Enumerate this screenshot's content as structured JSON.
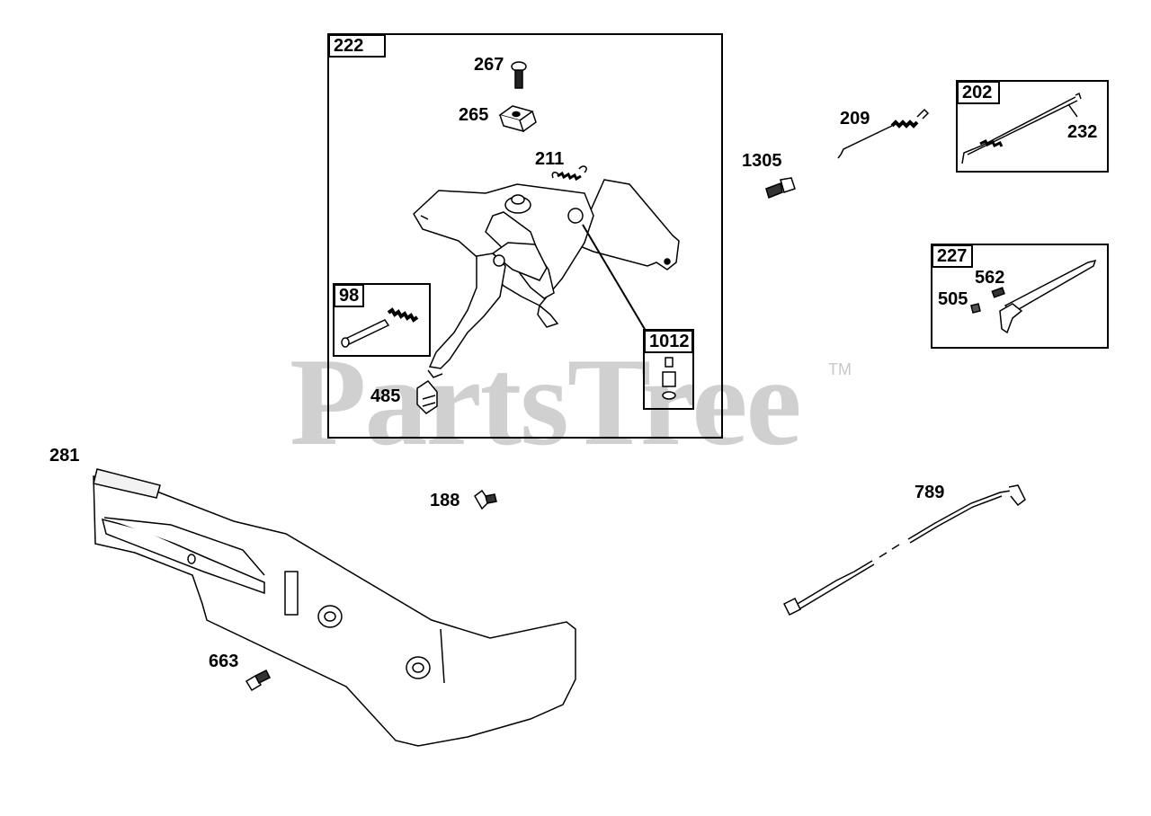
{
  "watermark": {
    "text": "PartsTree",
    "tm": "TM"
  },
  "groups": {
    "g222": "222",
    "g98": "98",
    "g1012": "1012",
    "g202": "202",
    "g227": "227"
  },
  "callouts": {
    "c267": "267",
    "c265": "265",
    "c211": "211",
    "c485": "485",
    "c1305": "1305",
    "c209": "209",
    "c232": "232",
    "c562": "562",
    "c505": "505",
    "c281": "281",
    "c188": "188",
    "c663": "663",
    "c789": "789"
  },
  "colors": {
    "line": "#000000",
    "watermark": "#d0d0d0",
    "background": "#ffffff"
  }
}
